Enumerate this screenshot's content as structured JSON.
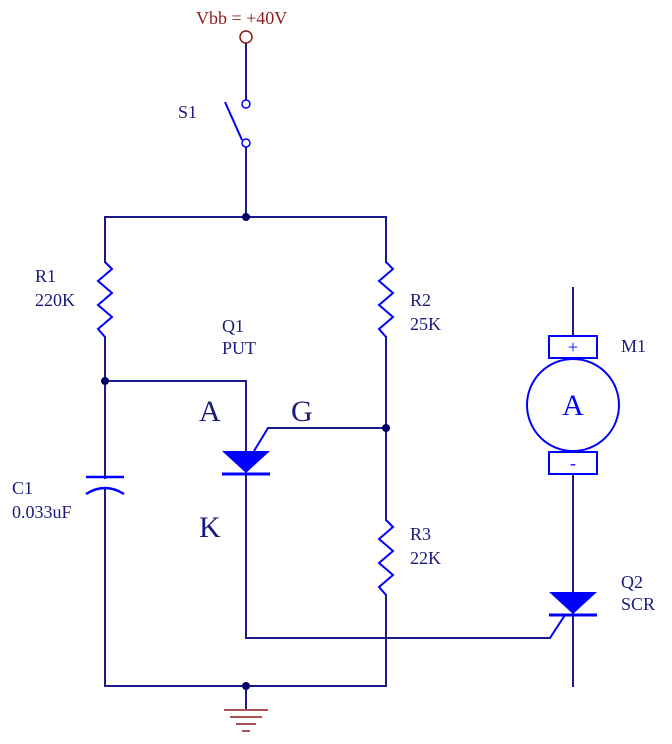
{
  "supply": {
    "label": "Vbb = +40V"
  },
  "switch": {
    "label": "S1"
  },
  "r1": {
    "name": "R1",
    "value": "220K"
  },
  "r2": {
    "name": "R2",
    "value": "25K"
  },
  "r3": {
    "name": "R3",
    "value": "22K"
  },
  "c1": {
    "name": "C1",
    "value": "0.033uF"
  },
  "q1": {
    "name": "Q1",
    "type": "PUT",
    "anode": "A",
    "gate": "G",
    "cathode": "K"
  },
  "m1": {
    "name": "M1",
    "symbol": "A",
    "plus": "+",
    "minus": "-"
  },
  "q2": {
    "name": "Q2",
    "type": "SCR"
  },
  "colors": {
    "wire": "#1a1a8c",
    "component": "#0000ff",
    "junction": "#000066",
    "supply_text": "#8b1a1a",
    "ground": "#8b1a1a"
  }
}
